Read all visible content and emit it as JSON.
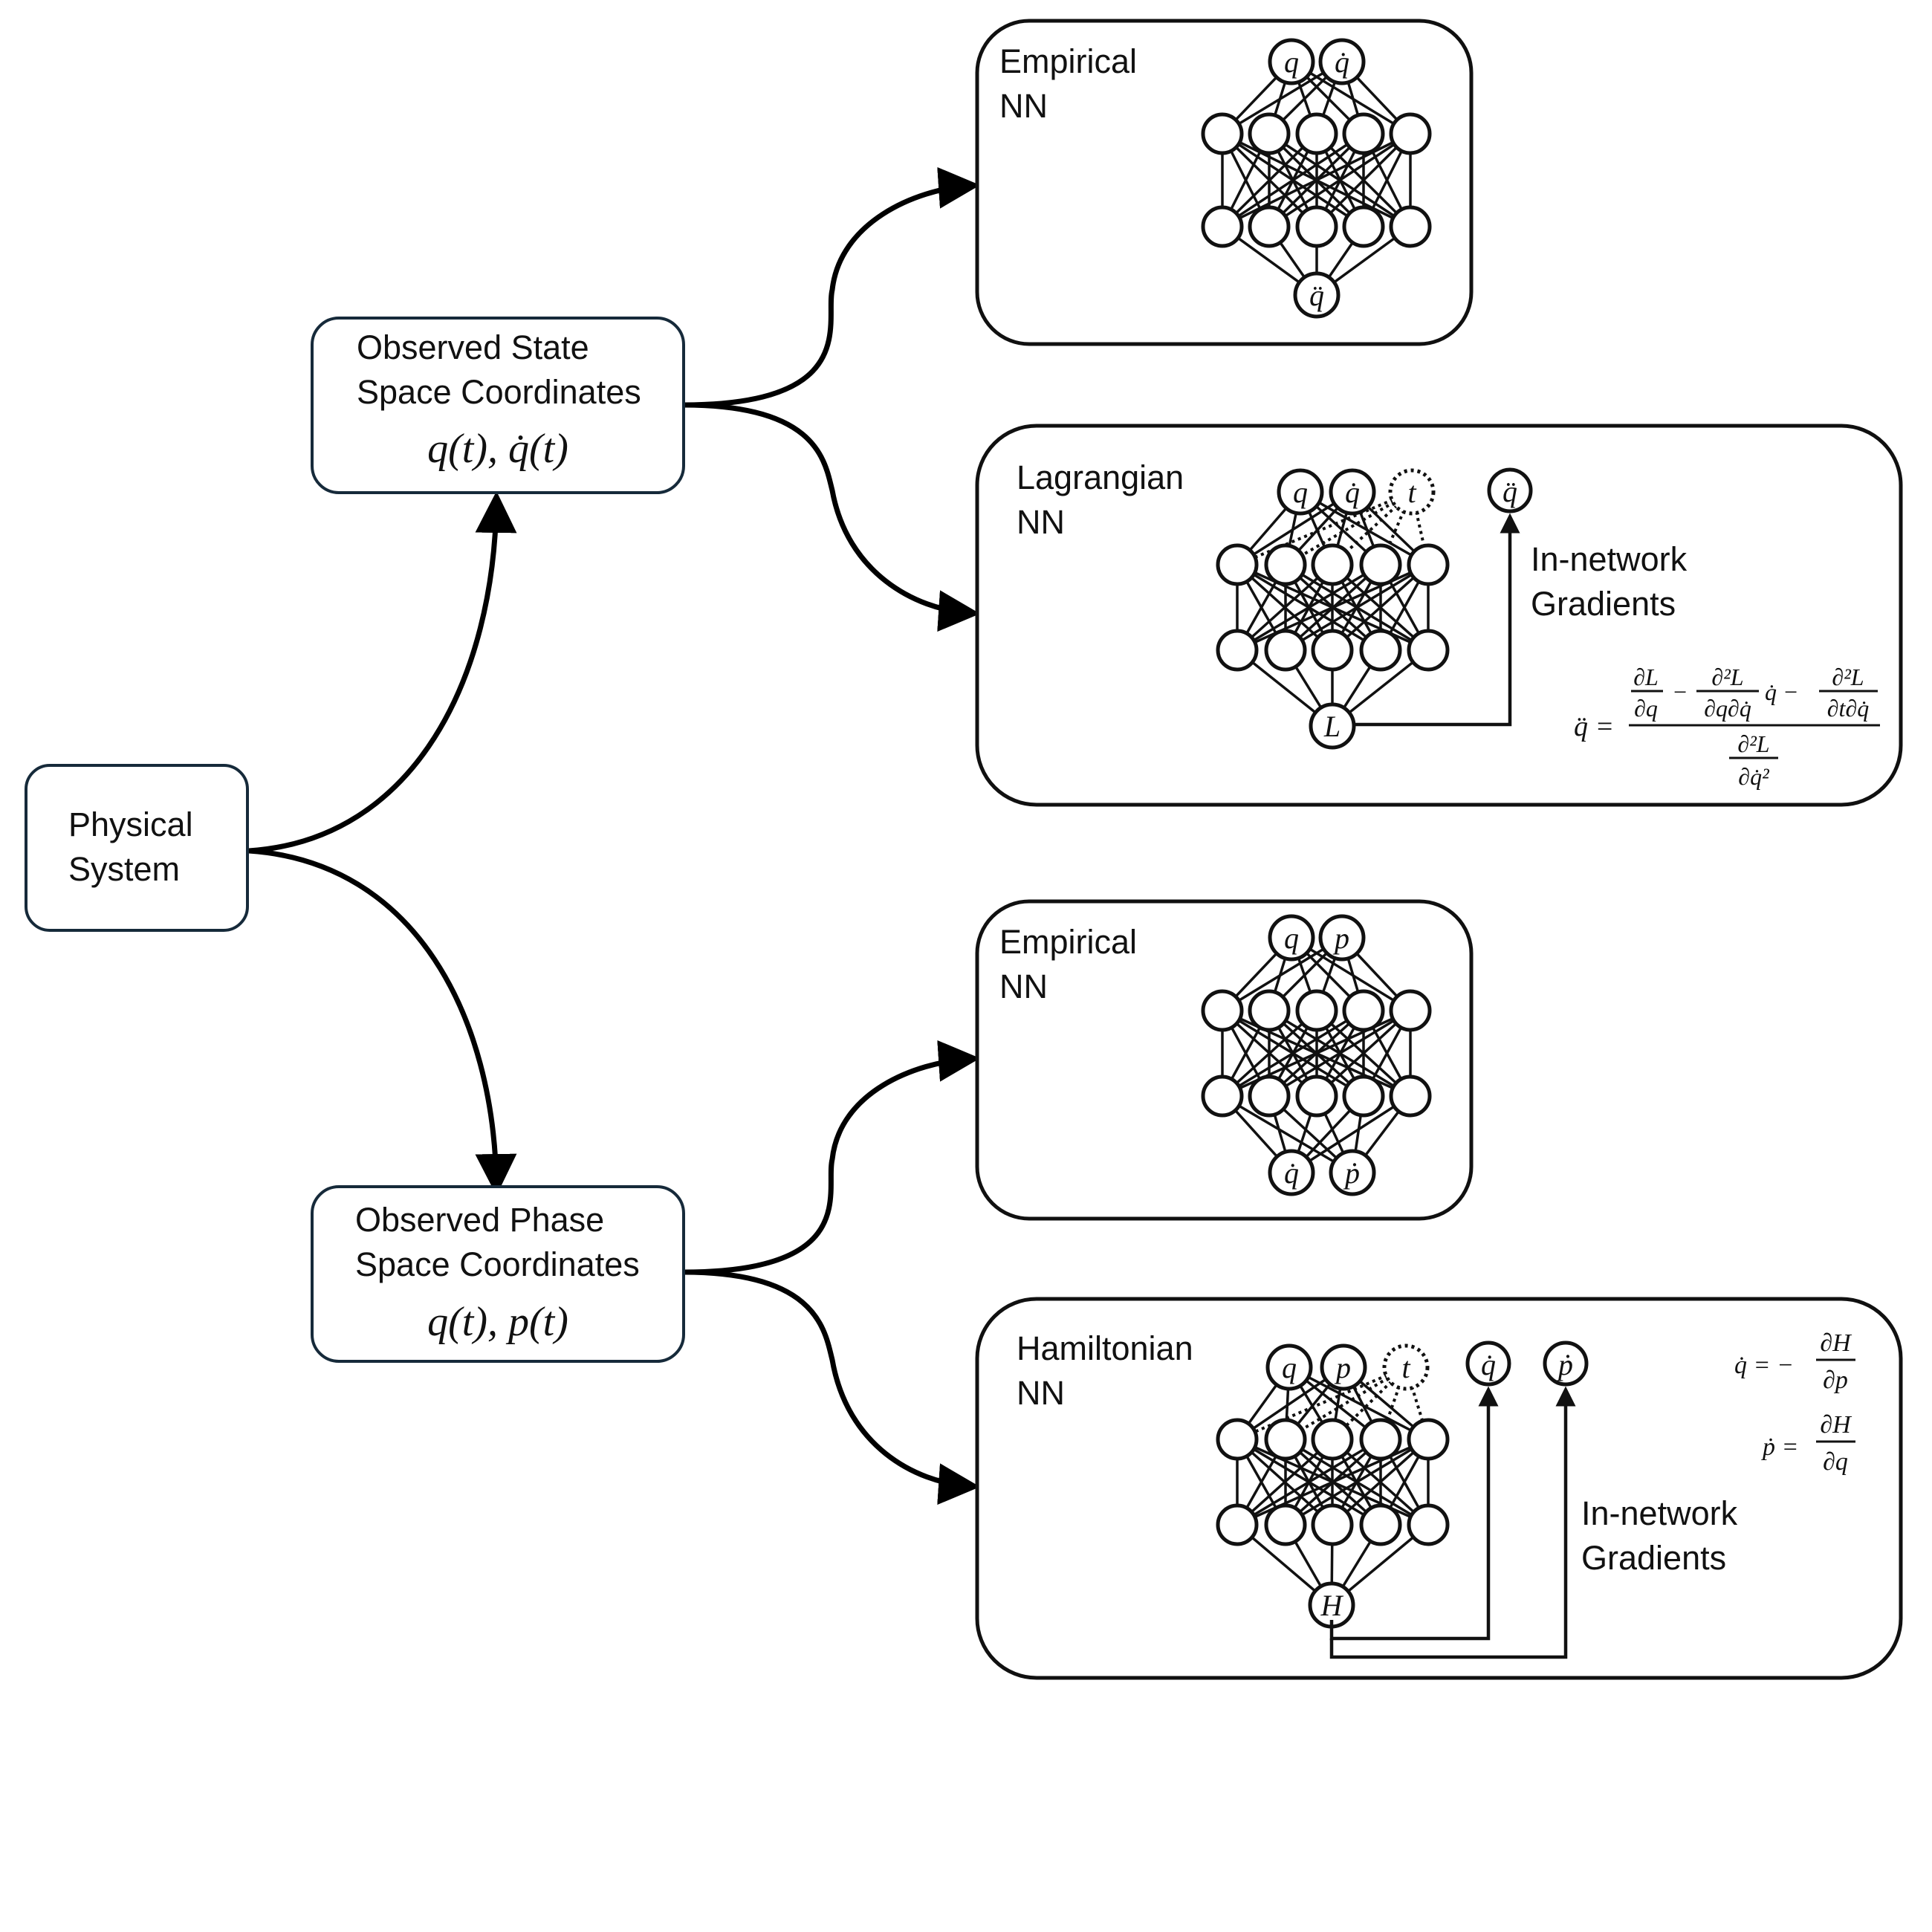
{
  "physical_system": {
    "line1": "Physical",
    "line2": "System"
  },
  "state_space": {
    "line1": "Observed State",
    "line2": "Space Coordinates",
    "coords": "q(t), q̇(t)"
  },
  "phase_space": {
    "line1": "Observed Phase",
    "line2": "Space Coordinates",
    "coords": "q(t), p(t)"
  },
  "empirical_state": {
    "line1": "Empirical",
    "line2": "NN",
    "inputs": [
      "q",
      "q̇"
    ],
    "outputs": [
      "q̈"
    ]
  },
  "lagrangian": {
    "line1": "Lagrangian",
    "line2": "NN",
    "inputs": [
      "q",
      "q̇",
      "t"
    ],
    "scalar": "L",
    "result": "q̈",
    "grad_line1": "In-network",
    "grad_line2": "Gradients",
    "eq_lhs": "q̈ =",
    "eq_num": [
      {
        "top": "∂L",
        "bottom": "∂q"
      },
      {
        "op": "−"
      },
      {
        "top": "∂²L",
        "bottom": "∂q∂q̇"
      },
      {
        "op": "q̇ −"
      },
      {
        "top": "∂²L",
        "bottom": "∂t∂q̇"
      }
    ],
    "eq_den": {
      "top": "∂²L",
      "bottom": "∂q̇²"
    }
  },
  "empirical_phase": {
    "line1": "Empirical",
    "line2": "NN",
    "inputs": [
      "q",
      "p"
    ],
    "outputs": [
      "q̇",
      "ṗ"
    ]
  },
  "hamiltonian": {
    "line1": "Hamiltonian",
    "line2": "NN",
    "inputs": [
      "q",
      "p",
      "t"
    ],
    "scalar": "H",
    "results": [
      "q̇",
      "ṗ"
    ],
    "grad_line1": "In-network",
    "grad_line2": "Gradients",
    "eq1": {
      "lhs": "q̇ = −",
      "top": "∂H",
      "bottom": "∂p"
    },
    "eq2": {
      "lhs": "ṗ =",
      "top": "∂H",
      "bottom": "∂q"
    }
  }
}
